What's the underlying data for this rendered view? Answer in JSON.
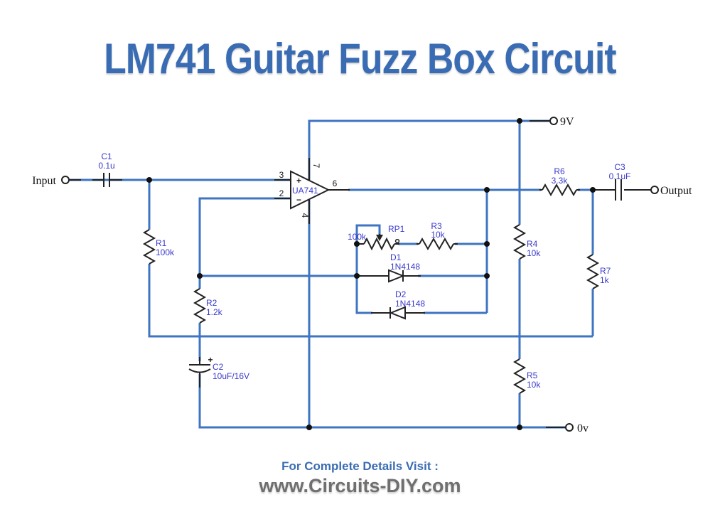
{
  "title": "LM741 Guitar Fuzz Box Circuit",
  "colors": {
    "wire_blue": "#3e74c2",
    "label_blue": "#3a3acc",
    "title_blue": "#3a6cb4",
    "footer_gray": "#6f6f6f",
    "symbol_black": "#222222"
  },
  "terminals": {
    "input": "Input",
    "supply": "9V",
    "output": "Output",
    "ground": "0v"
  },
  "opamp": {
    "name": "UA741",
    "plus": "+",
    "minus": "−",
    "pins": {
      "in_plus": "3",
      "in_minus": "2",
      "out": "6",
      "vcc": "7",
      "vee": "4"
    }
  },
  "components": {
    "c1": {
      "ref": "C1",
      "value": "0.1u"
    },
    "r1": {
      "ref": "R1",
      "value": "100k"
    },
    "r2": {
      "ref": "R2",
      "value": "1.2k"
    },
    "c2": {
      "ref": "C2",
      "value": "10uF/16V",
      "plus": "+"
    },
    "rp1": {
      "ref": "RP1",
      "value": "100k"
    },
    "r3": {
      "ref": "R3",
      "value": "10k"
    },
    "d1": {
      "ref": "D1",
      "value": "1N4148"
    },
    "d2": {
      "ref": "D2",
      "value": "1N4148"
    },
    "r4": {
      "ref": "R4",
      "value": "10k"
    },
    "r5": {
      "ref": "R5",
      "value": "10k"
    },
    "r6": {
      "ref": "R6",
      "value": "3.3k"
    },
    "r7": {
      "ref": "R7",
      "value": "1k"
    },
    "c3": {
      "ref": "C3",
      "value": "0.1uF"
    }
  },
  "footer": {
    "line1": "For Complete Details Visit :",
    "line2": "www.Circuits-DIY.com"
  }
}
